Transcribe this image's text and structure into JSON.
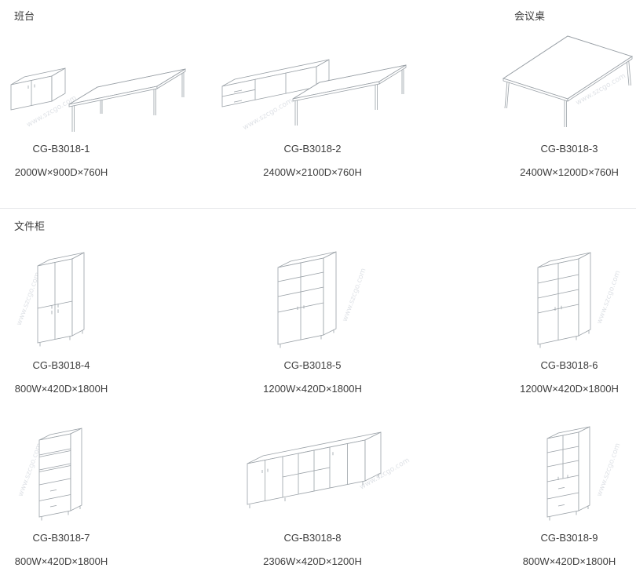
{
  "page": {
    "section_desks": "班台",
    "section_conference": "会议桌",
    "section_cabinets": "文件柜",
    "watermark": "www.szcgo.com",
    "colors": {
      "line": "#9aa1a7",
      "text": "#3c3c3c",
      "divider": "#e4e6e8"
    }
  },
  "products": [
    {
      "model": "CG-B3018-1",
      "dims": "2000W×900D×760H"
    },
    {
      "model": "CG-B3018-2",
      "dims": "2400W×2100D×760H"
    },
    {
      "model": "CG-B3018-3",
      "dims": "2400W×1200D×760H"
    },
    {
      "model": "CG-B3018-4",
      "dims": "800W×420D×1800H"
    },
    {
      "model": "CG-B3018-5",
      "dims": "1200W×420D×1800H"
    },
    {
      "model": "CG-B3018-6",
      "dims": "1200W×420D×1800H"
    },
    {
      "model": "CG-B3018-7",
      "dims": "800W×420D×1800H"
    },
    {
      "model": "CG-B3018-8",
      "dims": "2306W×420D×1200H"
    },
    {
      "model": "CG-B3018-9",
      "dims": "800W×420D×1800H"
    }
  ]
}
